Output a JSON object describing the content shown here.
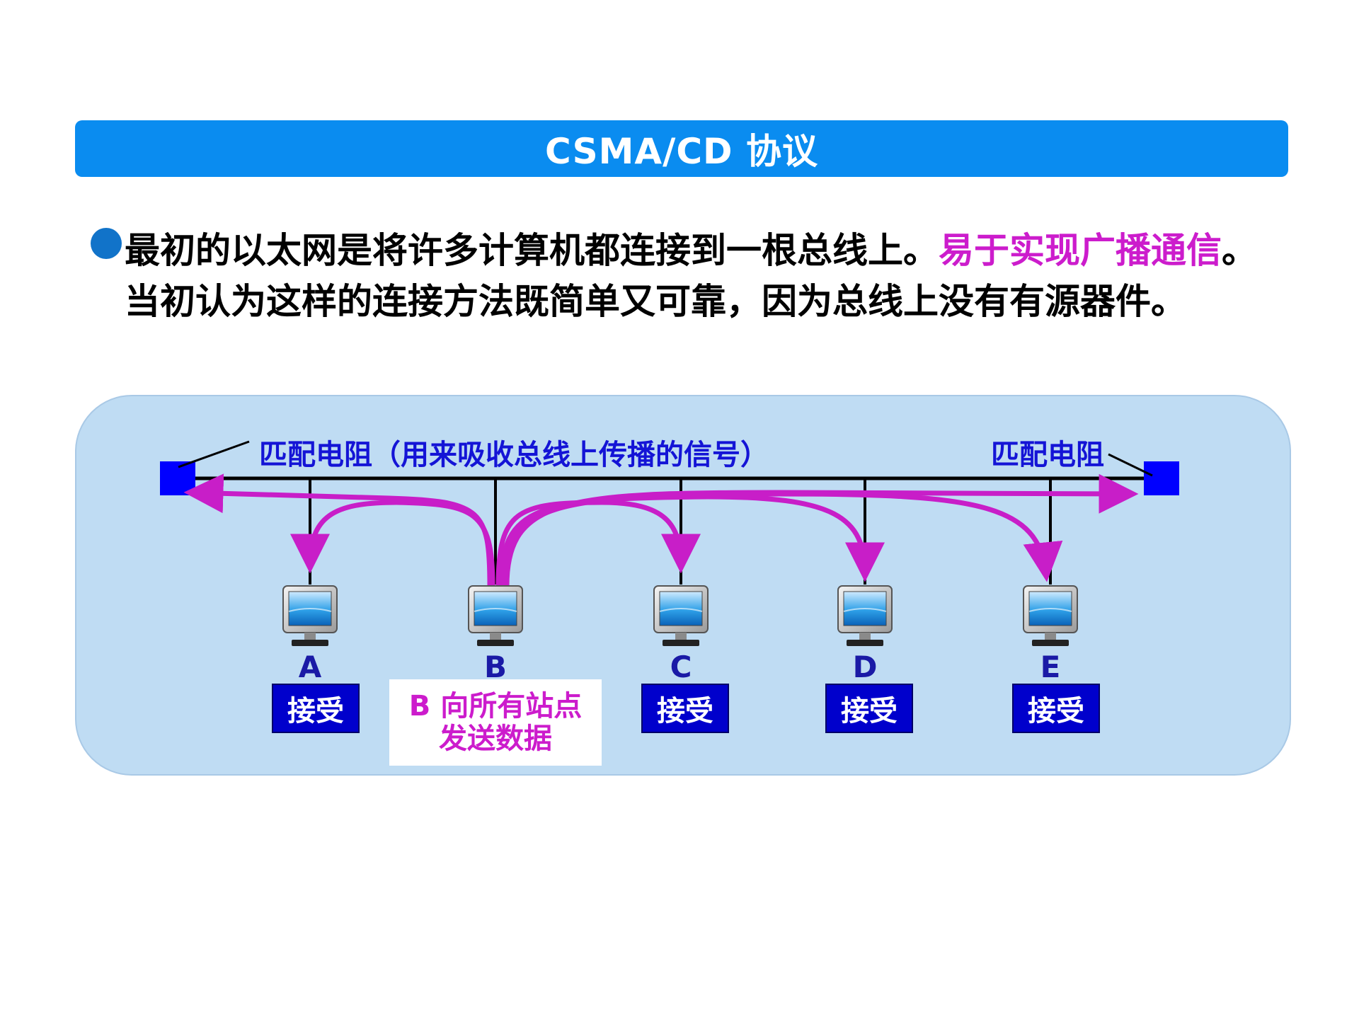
{
  "title": "CSMA/CD 协议",
  "paragraph": {
    "part1": "最初的以太网是将许多计算机都连接到一根总线上。",
    "highlight": "易于实现广播通信",
    "part2": "。当初认为这样的连接方法既简单又可靠，因为总线上没有有源器件。"
  },
  "diagram": {
    "terminator_left_label": "匹配电阻（用来吸收总线上传播的信号）",
    "terminator_right_label": "匹配电阻",
    "stations": [
      {
        "letter": "A",
        "status": "接受"
      },
      {
        "letter": "B",
        "status": "B 向所有站点 发送数据"
      },
      {
        "letter": "C",
        "status": "接受"
      },
      {
        "letter": "D",
        "status": "接受"
      },
      {
        "letter": "E",
        "status": "接受"
      }
    ],
    "send_line1": "B 向所有站点",
    "send_line2": "发送数据"
  },
  "colors": {
    "title_bar": "#0a8cf0",
    "highlight": "#cc1ccc",
    "label_blue": "#1414d6",
    "terminator": "#0000ff",
    "arrow": "#c81ec8",
    "diagram_bg": "#bfdcf3"
  },
  "icons": [
    "bullet-icon",
    "terminator-icon",
    "computer-icon",
    "arrow-icon"
  ]
}
